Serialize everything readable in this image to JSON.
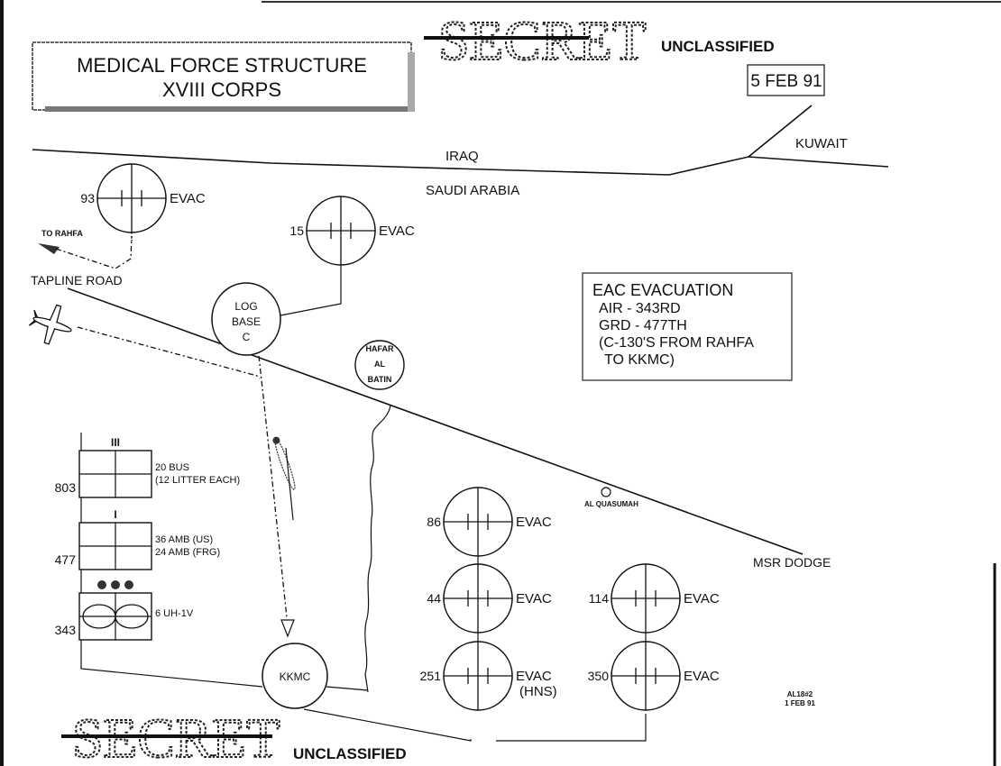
{
  "document": {
    "title_line1": "MEDICAL FORCE STRUCTURE",
    "title_line2": "XVIII CORPS",
    "date": "5 FEB 91",
    "classification_struck": "SECRET",
    "classification": "UNCLASSIFIED",
    "doc_ref_line1": "AL18#2",
    "doc_ref_line2": "1 FEB 91"
  },
  "map": {
    "countries": {
      "north": "IRAQ",
      "south": "SAUDI ARABIA",
      "east": "KUWAIT"
    },
    "roads": {
      "tapline": "TAPLINE ROAD",
      "msr": "MSR DODGE"
    },
    "places": {
      "log_base": [
        "LOG",
        "BASE",
        "C"
      ],
      "hafar": [
        "HAFAR",
        "AL",
        "BATIN"
      ],
      "kkmc": "KKMC",
      "al_quasumah": "AL QUASUMAH",
      "to_rahfa": "TO RAHFA"
    }
  },
  "evac_hospitals": [
    {
      "number": "93",
      "label": "EVAC",
      "sublabel": ""
    },
    {
      "number": "15",
      "label": "EVAC",
      "sublabel": ""
    },
    {
      "number": "86",
      "label": "EVAC",
      "sublabel": ""
    },
    {
      "number": "44",
      "label": "EVAC",
      "sublabel": ""
    },
    {
      "number": "251",
      "label": "EVAC",
      "sublabel": "(HNS)"
    },
    {
      "number": "114",
      "label": "EVAC",
      "sublabel": ""
    },
    {
      "number": "350",
      "label": "EVAC",
      "sublabel": ""
    }
  ],
  "units": [
    {
      "number": "803",
      "echelon": "III",
      "desc_line1": "20 BUS",
      "desc_line2": "(12 LITTER EACH)"
    },
    {
      "number": "477",
      "echelon": "I",
      "desc_line1": "36 AMB (US)",
      "desc_line2": "24 AMB (FRG)"
    },
    {
      "number": "343",
      "echelon": "●●●",
      "desc_line1": "6 UH-1V",
      "desc_line2": ""
    }
  ],
  "eac_box": {
    "heading": "EAC EVACUATION",
    "line1": "AIR -  343RD",
    "line2": "GRD - 477TH",
    "line3": "(C-130'S FROM RAHFA",
    "line4": "TO KKMC)"
  },
  "icons": {
    "aircraft": "c130-aircraft-icon",
    "helicopter": "helicopter-icon",
    "evac": "evac-hospital-symbol-icon"
  }
}
